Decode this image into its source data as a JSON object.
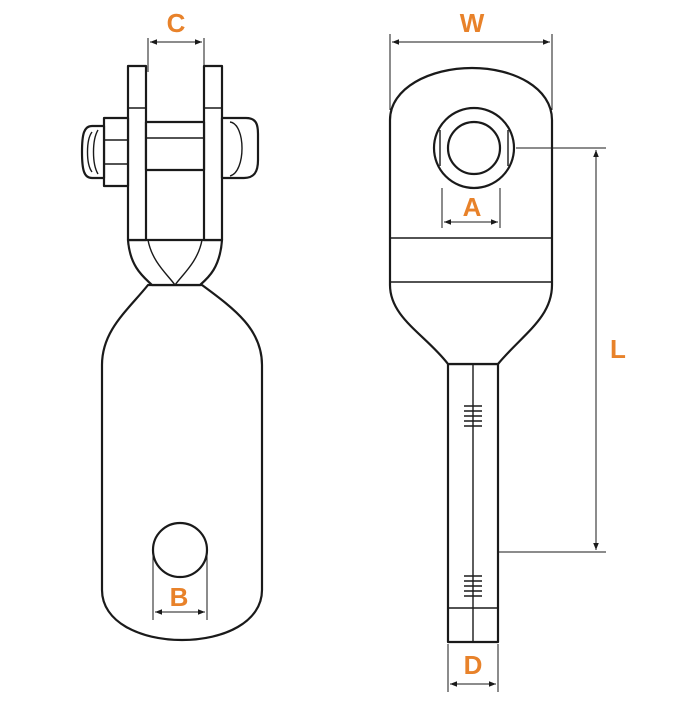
{
  "accent_color": "#E8822A",
  "dimensions": {
    "c": "C",
    "w": "W",
    "a": "A",
    "l": "L",
    "b": "B",
    "d": "D"
  }
}
